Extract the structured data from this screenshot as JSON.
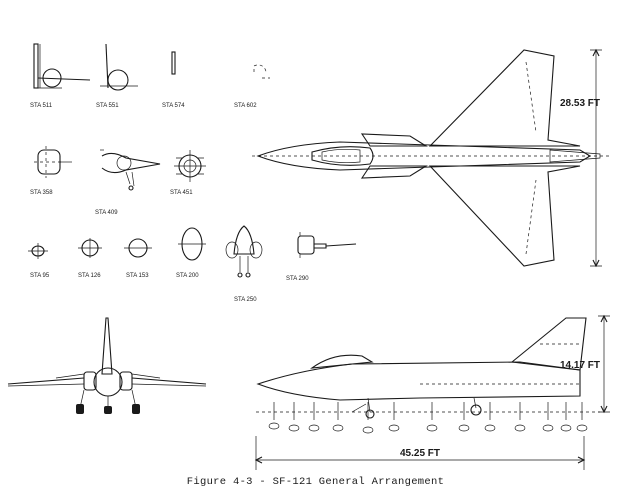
{
  "caption": "Figure 4-3 - SF-121 General Arrangement",
  "stations": {
    "row1": [
      "STA 511",
      "STA 551",
      "STA 574",
      "STA 602"
    ],
    "row2": [
      "STA 358",
      "STA 409",
      "STA 451"
    ],
    "row3": [
      "STA 95",
      "STA 126",
      "STA 153",
      "STA 200",
      "STA 250",
      "STA 290"
    ]
  },
  "dimensions": {
    "span": "28.53 FT",
    "height": "14.17 FT",
    "length": "45.25 FT"
  }
}
